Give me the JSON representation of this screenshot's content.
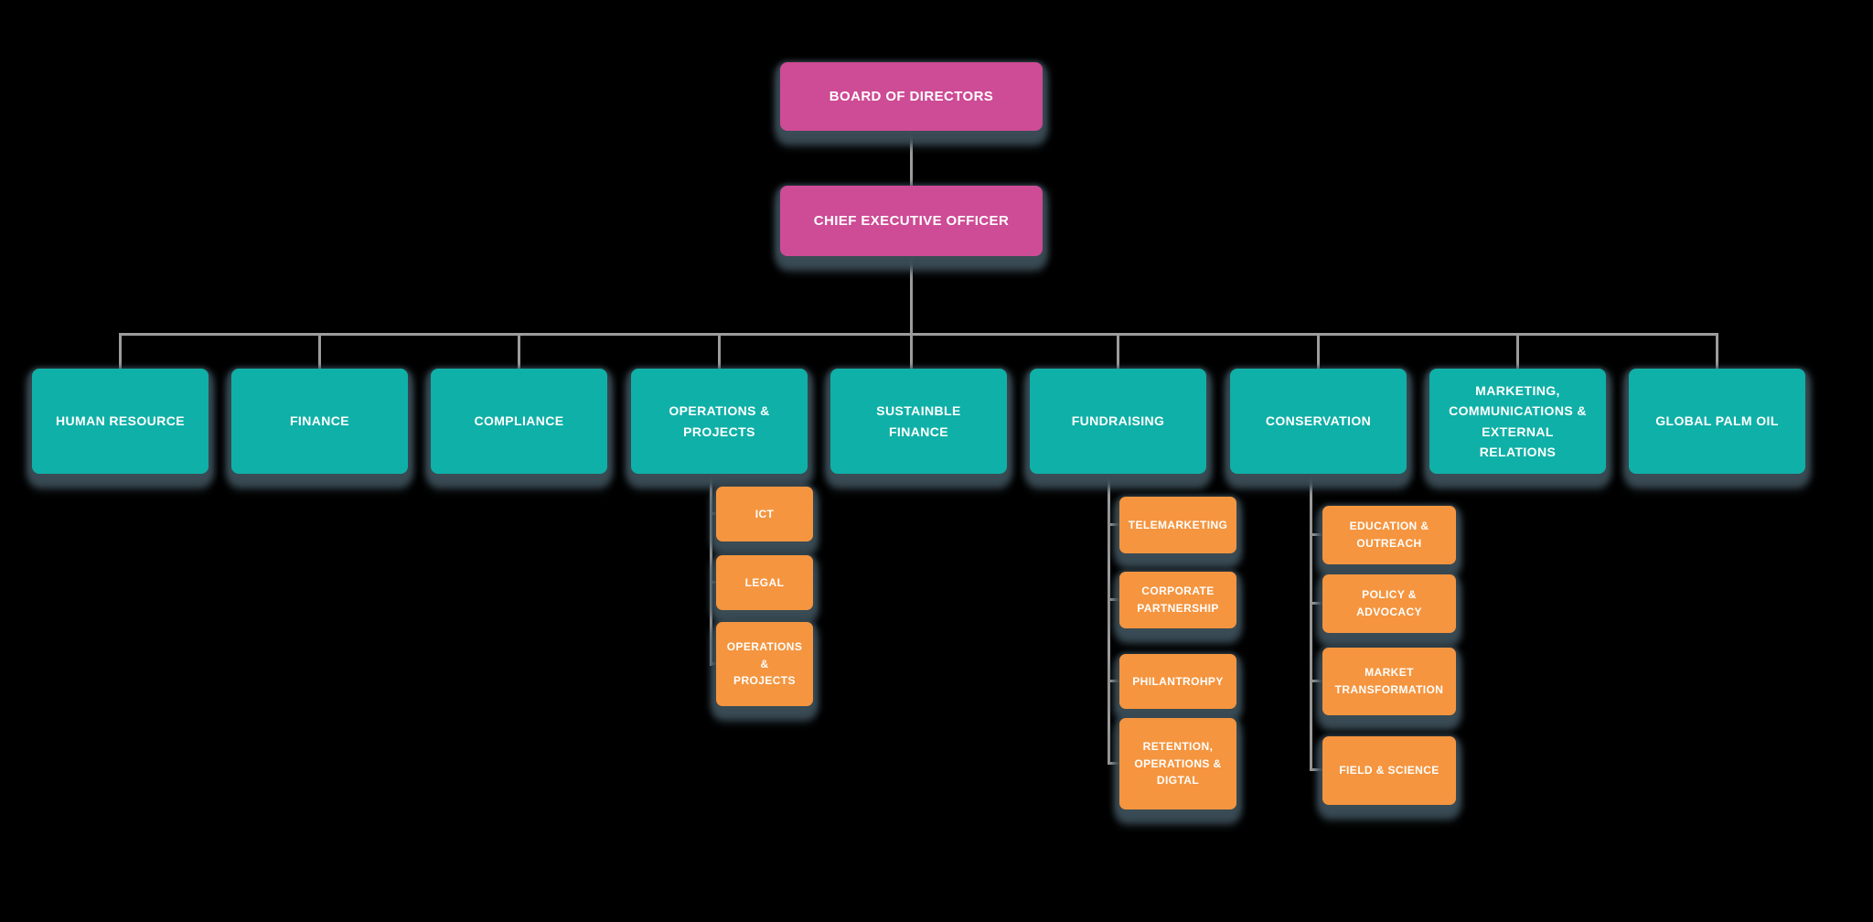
{
  "org": {
    "board": {
      "label": "BOARD OF DIRECTORS"
    },
    "ceo": {
      "label": "CHIEF EXECUTIVE OFFICER"
    },
    "departments": [
      {
        "label": "HUMAN RESOURCE",
        "children": []
      },
      {
        "label": "FINANCE",
        "children": []
      },
      {
        "label": "COMPLIANCE",
        "children": []
      },
      {
        "label": "OPERATIONS &\nPROJECTS",
        "children": [
          {
            "label": "ICT"
          },
          {
            "label": "LEGAL"
          },
          {
            "label": "OPERATIONS\n&\nPROJECTS"
          }
        ]
      },
      {
        "label": "SUSTAINBLE\nFINANCE",
        "children": []
      },
      {
        "label": "FUNDRAISING",
        "children": [
          {
            "label": "TELEMARKETING"
          },
          {
            "label": "CORPORATE\nPARTNERSHIP"
          },
          {
            "label": "PHILANTROHPY"
          },
          {
            "label": "RETENTION,\nOPERATIONS &\nDIGTAL"
          }
        ]
      },
      {
        "label": "CONSERVATION",
        "children": [
          {
            "label": "EDUCATION &\nOUTREACH"
          },
          {
            "label": "POLICY &\nADVOCACY"
          },
          {
            "label": "MARKET\nTRANSFORMATION"
          },
          {
            "label": "FIELD & SCIENCE"
          }
        ]
      },
      {
        "label": "MARKETING,\nCOMMUNICATIONS &\nEXTERNAL\nRELATIONS",
        "children": []
      },
      {
        "label": "GLOBAL PALM OIL",
        "children": []
      }
    ]
  },
  "colors": {
    "background": "#000000",
    "executive_box": "#CE4B95",
    "department_box": "#0FB0A7",
    "team_box": "#F5953F",
    "connector": "#9C9C9C",
    "shadow": "#3B4C56",
    "text": "#FFFFFF"
  }
}
